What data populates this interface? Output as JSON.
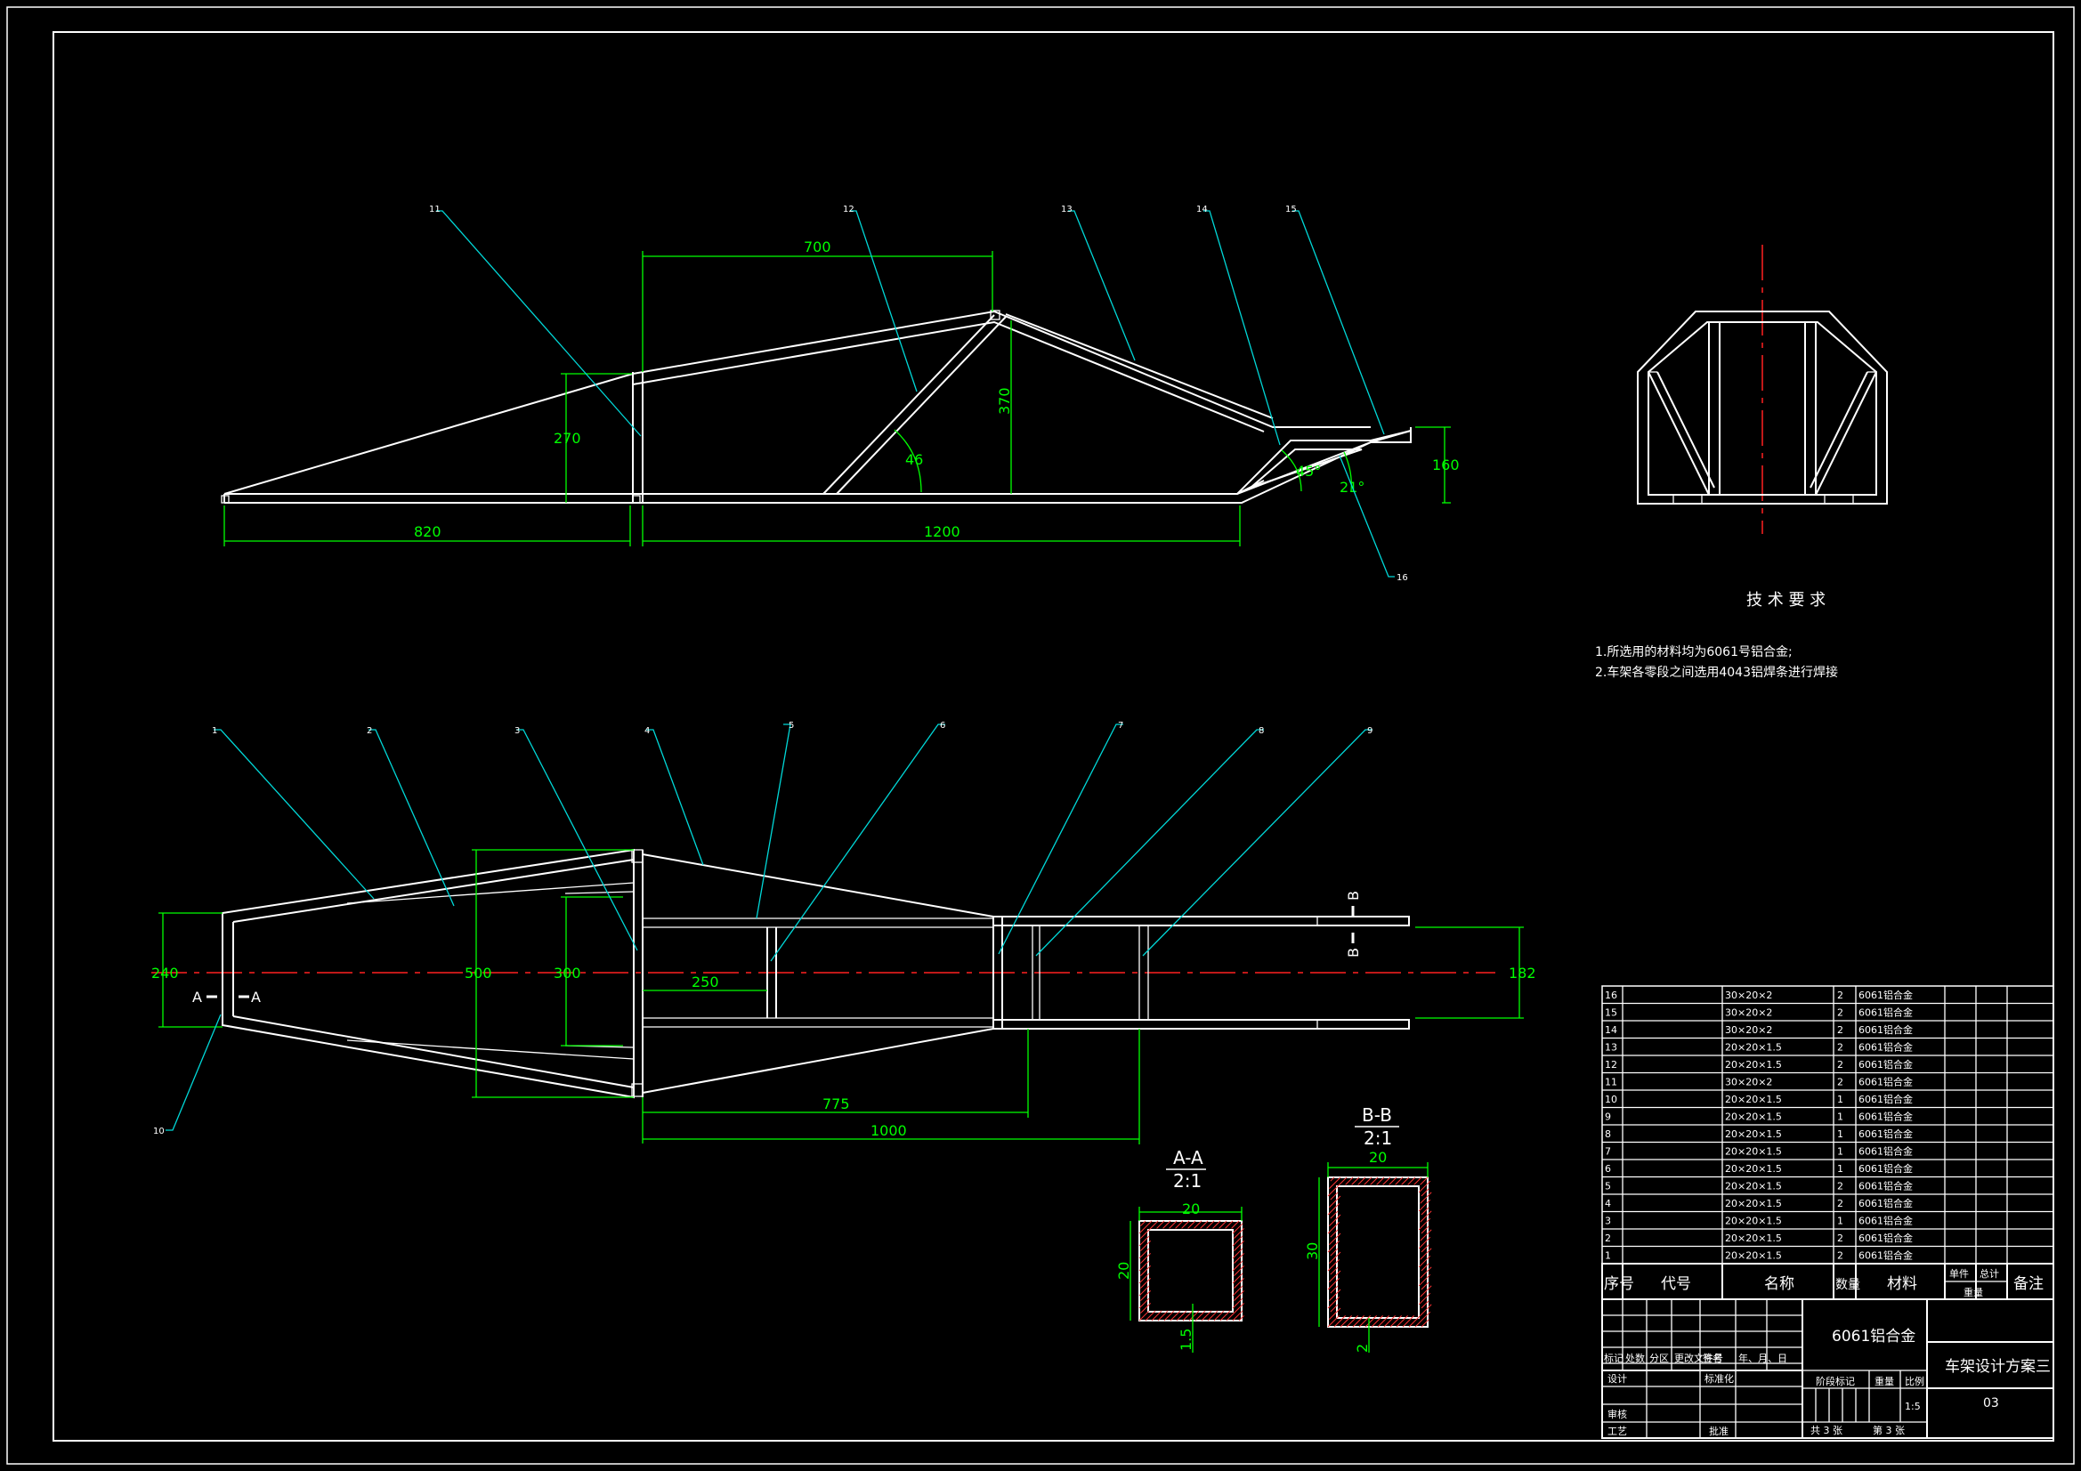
{
  "side_view": {
    "dims": [
      "700",
      "370",
      "270",
      "46",
      "45°",
      "21°",
      "160",
      "820",
      "1200"
    ],
    "callouts": [
      "11",
      "12",
      "13",
      "14",
      "15",
      "16"
    ]
  },
  "top_view": {
    "dims": [
      "240",
      "500",
      "300",
      "250",
      "182",
      "775",
      "1000"
    ],
    "callouts": [
      "1",
      "2",
      "3",
      "4",
      "5",
      "6",
      "7",
      "8",
      "9",
      "10"
    ],
    "section_a": "A",
    "section_b": "B"
  },
  "section_aa": {
    "title": "A-A",
    "scale": "2:1",
    "w": "20",
    "h": "20",
    "t": "1.5"
  },
  "section_bb": {
    "title": "B-B",
    "scale": "2:1",
    "w": "20",
    "h": "30",
    "t": "2"
  },
  "tech_req": {
    "title": "技 术 要 求",
    "line1": "1.所选用的材料均为6061号铝合金;",
    "line2": "2.车架各零段之间选用4043铝焊条进行焊接"
  },
  "parts": [
    {
      "no": "16",
      "spec": "30×20×2",
      "qty": "2",
      "mat": "6061铝合金"
    },
    {
      "no": "15",
      "spec": "30×20×2",
      "qty": "2",
      "mat": "6061铝合金"
    },
    {
      "no": "14",
      "spec": "30×20×2",
      "qty": "2",
      "mat": "6061铝合金"
    },
    {
      "no": "13",
      "spec": "20×20×1.5",
      "qty": "2",
      "mat": "6061铝合金"
    },
    {
      "no": "12",
      "spec": "20×20×1.5",
      "qty": "2",
      "mat": "6061铝合金"
    },
    {
      "no": "11",
      "spec": "30×20×2",
      "qty": "2",
      "mat": "6061铝合金"
    },
    {
      "no": "10",
      "spec": "20×20×1.5",
      "qty": "1",
      "mat": "6061铝合金"
    },
    {
      "no": "9",
      "spec": "20×20×1.5",
      "qty": "1",
      "mat": "6061铝合金"
    },
    {
      "no": "8",
      "spec": "20×20×1.5",
      "qty": "1",
      "mat": "6061铝合金"
    },
    {
      "no": "7",
      "spec": "20×20×1.5",
      "qty": "1",
      "mat": "6061铝合金"
    },
    {
      "no": "6",
      "spec": "20×20×1.5",
      "qty": "1",
      "mat": "6061铝合金"
    },
    {
      "no": "5",
      "spec": "20×20×1.5",
      "qty": "2",
      "mat": "6061铝合金"
    },
    {
      "no": "4",
      "spec": "20×20×1.5",
      "qty": "2",
      "mat": "6061铝合金"
    },
    {
      "no": "3",
      "spec": "20×20×1.5",
      "qty": "1",
      "mat": "6061铝合金"
    },
    {
      "no": "2",
      "spec": "20×20×1.5",
      "qty": "2",
      "mat": "6061铝合金"
    },
    {
      "no": "1",
      "spec": "20×20×1.5",
      "qty": "2",
      "mat": "6061铝合金"
    }
  ],
  "parts_header": {
    "no": "序号",
    "code": "代号",
    "name": "名称",
    "qty": "数量",
    "mat": "材料",
    "unit": "单件",
    "total": "总计",
    "weight": "重量",
    "note": "备注"
  },
  "title_block": {
    "material": "6061铝合金",
    "drawing_name": "车架设计方案三",
    "drawing_no": "03",
    "scale": "1:5",
    "rev_labels": [
      "标记",
      "处数",
      "分区",
      "更改文件号",
      "签名",
      "年、月、日"
    ],
    "design": "设计",
    "standard": "标准化",
    "stage": "阶段标记",
    "weight": "重量",
    "ratio": "比例",
    "review": "审核",
    "process": "工艺",
    "approve": "批准",
    "sheets": "共 3 张",
    "sheet": "第 3 张"
  }
}
